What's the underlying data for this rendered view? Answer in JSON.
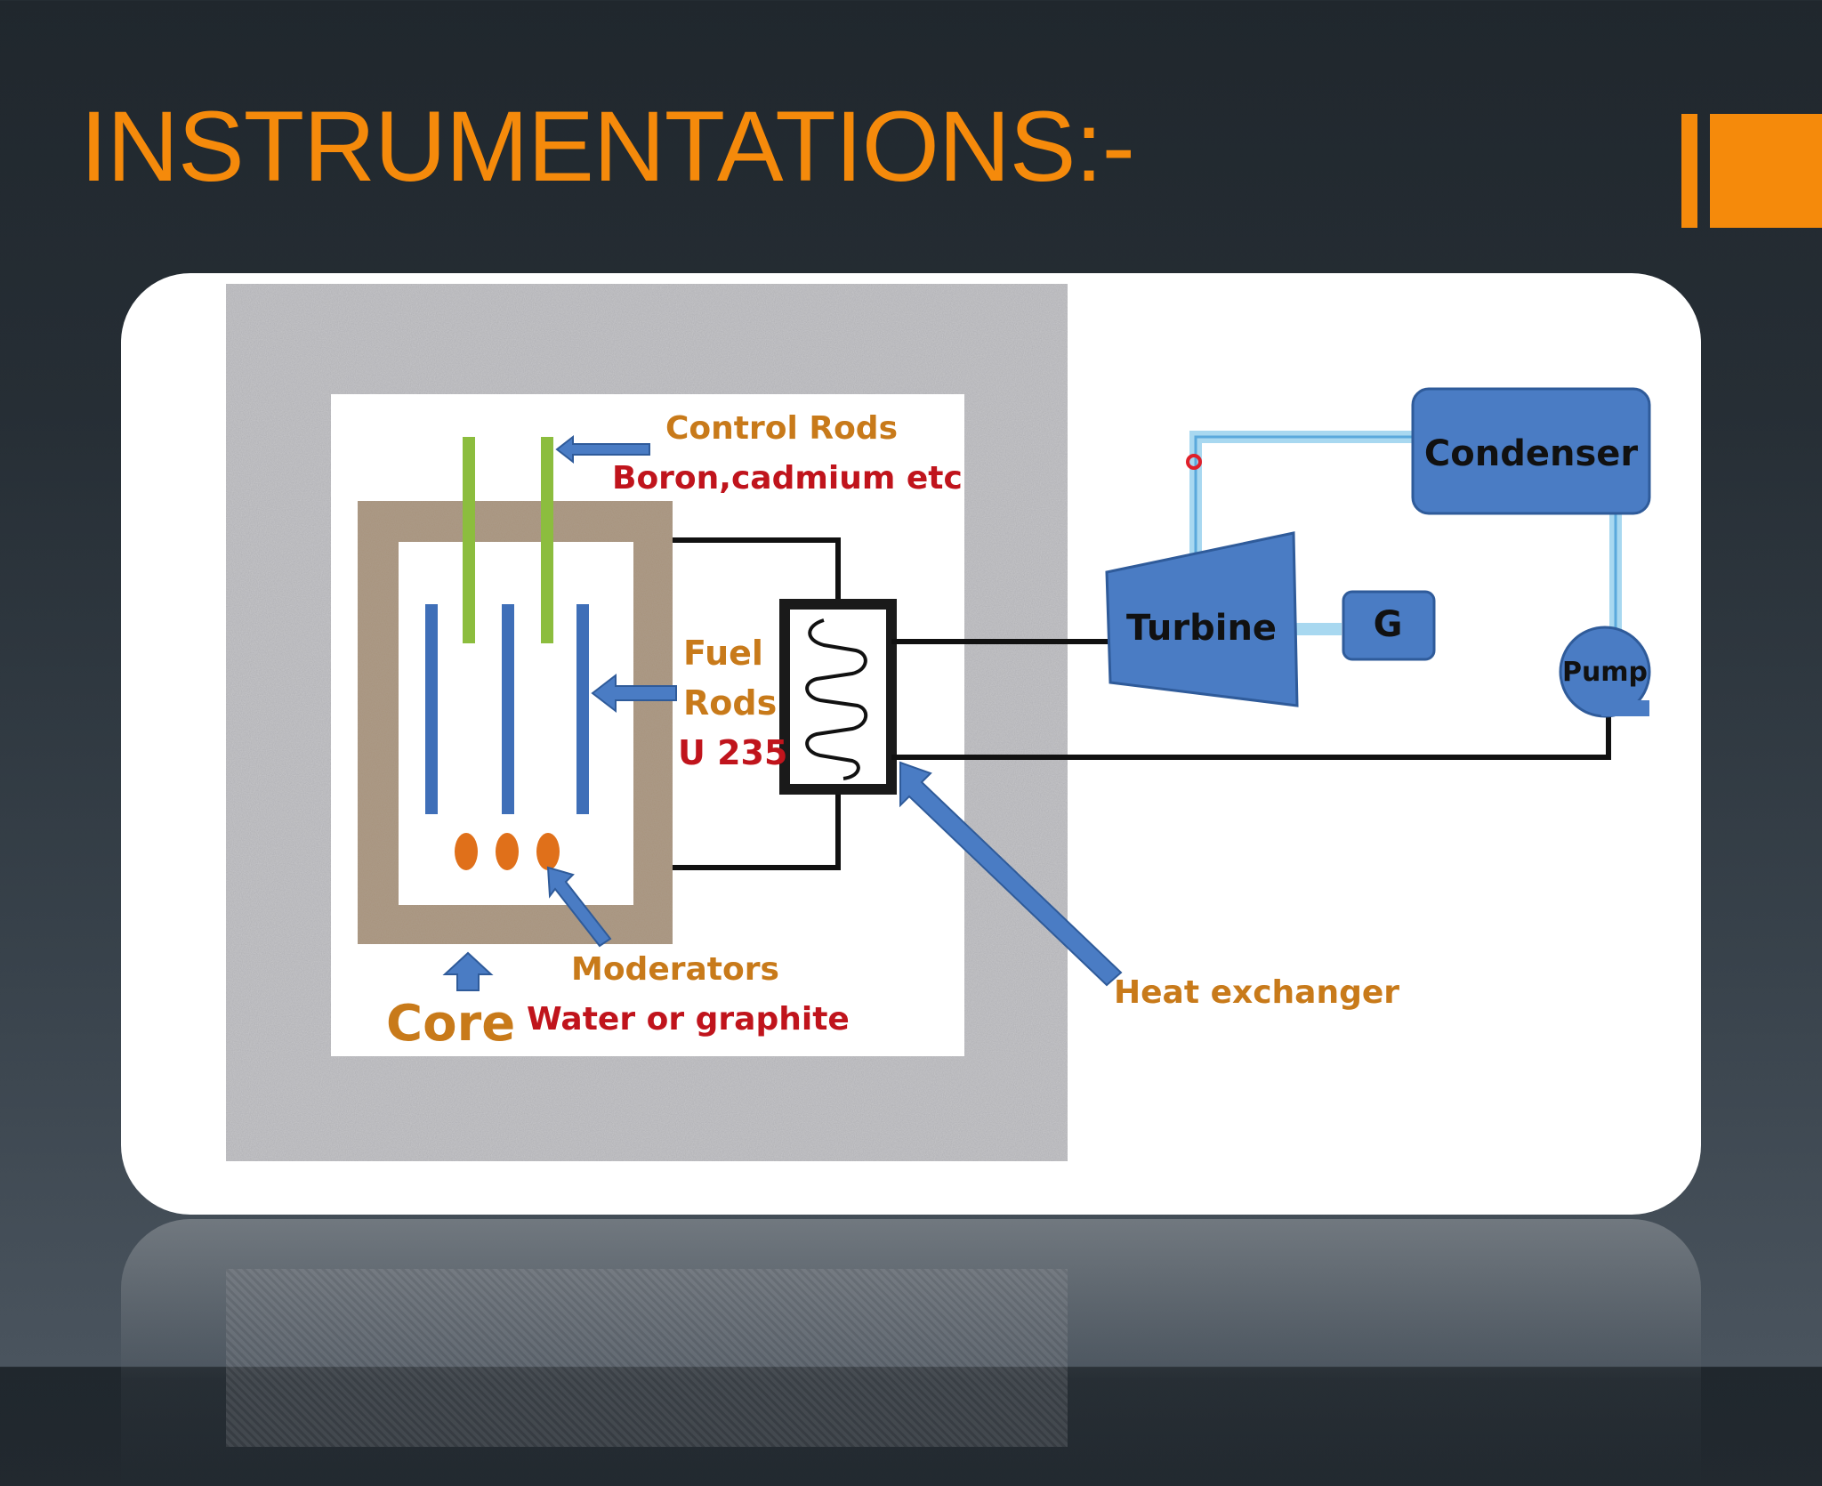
{
  "slide": {
    "title": "INSTRUMENTATIONS:-"
  },
  "diagram": {
    "labels": {
      "control_rods": "Control Rods",
      "control_rods_material": "Boron,cadmium etc",
      "fuel": "Fuel",
      "rods": "Rods",
      "fuel_type": "U 235",
      "moderators": "Moderators",
      "moderators_material": "Water or graphite",
      "core": "Core",
      "heat_exchanger": "Heat exchanger",
      "turbine": "Turbine",
      "generator": "G",
      "condenser": "Condenser",
      "pump": "Pump"
    }
  },
  "colors": {
    "accent_orange": "#f58a0b",
    "label_red": "#c0141c",
    "label_brown": "#c87a1a",
    "component_blue": "#4a7cc4",
    "control_rod_green": "#8cbd3e",
    "pipe_light_blue": "#a8d8f0"
  }
}
